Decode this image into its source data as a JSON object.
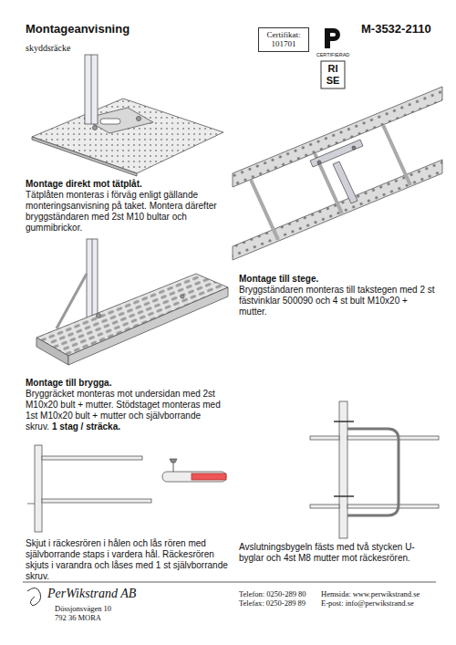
{
  "diagram": {
    "title": "Montageanvisning",
    "nodes": [
      {
        "text": [
          "Certifikat: 101701"
        ]
      }
    ],
    "labels": [
      "skyddsräcke",
      "M-3532-2110",
      "CERTIFIERAD",
      "RI",
      "SE",
      "Montage direkt mot tätplåt.",
      "Tätplåten monteras i förväg enligt gällande monteringsanvisning på taket. Montera därefter bryggständaren med 2st M10 bultar och gummibrickor.",
      "Montage till stege.",
      "Bryggständaren monteras till takstegen med 2 st fästvinklar 500090 och 4 st bult M10x20 + mutter.",
      "Montage till brygga.",
      "Bryggräcket monteras mot undersidan med 2st M10x20 bult + mutter. Stödstaget monteras med 1st M10x20 bult + mutter och självborrande skruv.",
      "1 stag / sträcka.",
      "Skjut i räckesrören i hålen och lås rören med självborrande staps i vardera hål. Räckesrören skjuts i varandra och låses med 1 st självborrande skruv.",
      "Avslutningsbygeln fästs med två stycken U-byglar och 4st M8 mutter mot räckesrören.",
      "PerWikstrand AB",
      "Dössjonsvägen 10",
      "792 36 MORA",
      "Telefon: 0250-289 80",
      "Telefax: 0250-289 89",
      "Hemsida: www.perwikstrand.se",
      "E-post: info@perwikstrand.se"
    ]
  }
}
